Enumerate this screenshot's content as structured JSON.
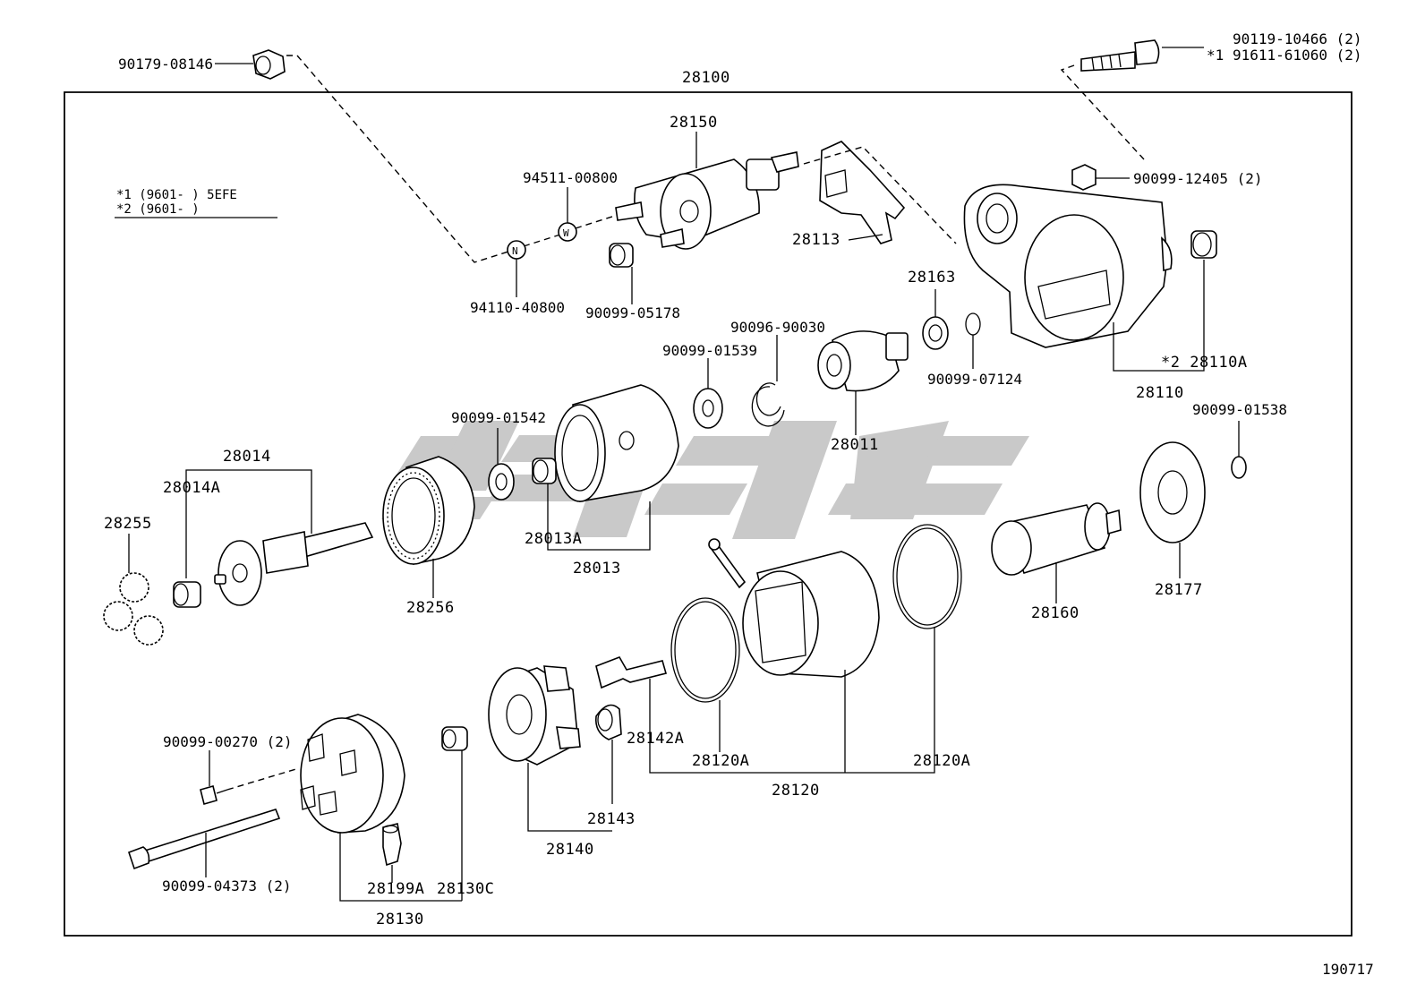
{
  "diagram": {
    "labels": {
      "p90179_08146": "90179-08146",
      "p28100": "28100",
      "p90119_10466": "90119-10466 (2)",
      "p91611_61060": "91611-61060 (2)",
      "star1_marker": "*1",
      "note_line1": "*1 (9601-     ) 5EFE",
      "note_line2": "*2 (9601-     )",
      "p28150": "28150",
      "p94511_00800": "94511-00800",
      "p90099_12405": "90099-12405 (2)",
      "p28113": "28113",
      "p94110_40800": "94110-40800",
      "p90099_05178": "90099-05178",
      "p28163": "28163",
      "p90096_90030": "90096-90030",
      "p90099_01539": "90099-01539",
      "p90099_07124": "90099-07124",
      "p28110A": "*2 28110A",
      "p28110": "28110",
      "p90099_01542": "90099-01542",
      "p90099_01538": "90099-01538",
      "p28011": "28011",
      "p28014": "28014",
      "p28014A": "28014A",
      "p28255": "28255",
      "p28013A": "28013A",
      "p28013": "28013",
      "p28256": "28256",
      "p28160": "28160",
      "p28177": "28177",
      "p90099_00270": "90099-00270 (2)",
      "p28142A": "28142A",
      "p28120A_left": "28120A",
      "p28120A_right": "28120A",
      "p28120": "28120",
      "p28143": "28143",
      "p28140": "28140",
      "p90099_04373": "90099-04373 (2)",
      "p28199A": "28199A",
      "p28130C": "28130C",
      "p28130": "28130",
      "washer_n": "N",
      "washer_w": "W",
      "page_id": "190717"
    }
  }
}
